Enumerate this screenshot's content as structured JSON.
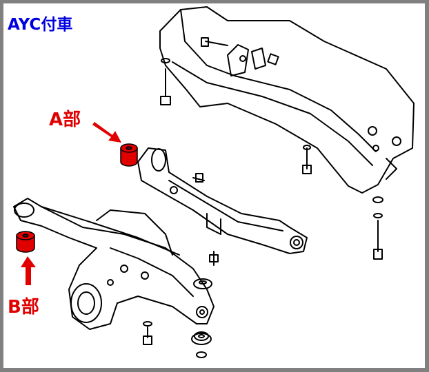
{
  "title": "AYC付車",
  "labels": {
    "a": "A部",
    "b": "B部"
  },
  "colors": {
    "title": "#0000e0",
    "highlight": "#e00000",
    "line": "#000000",
    "frame": "#808080"
  }
}
